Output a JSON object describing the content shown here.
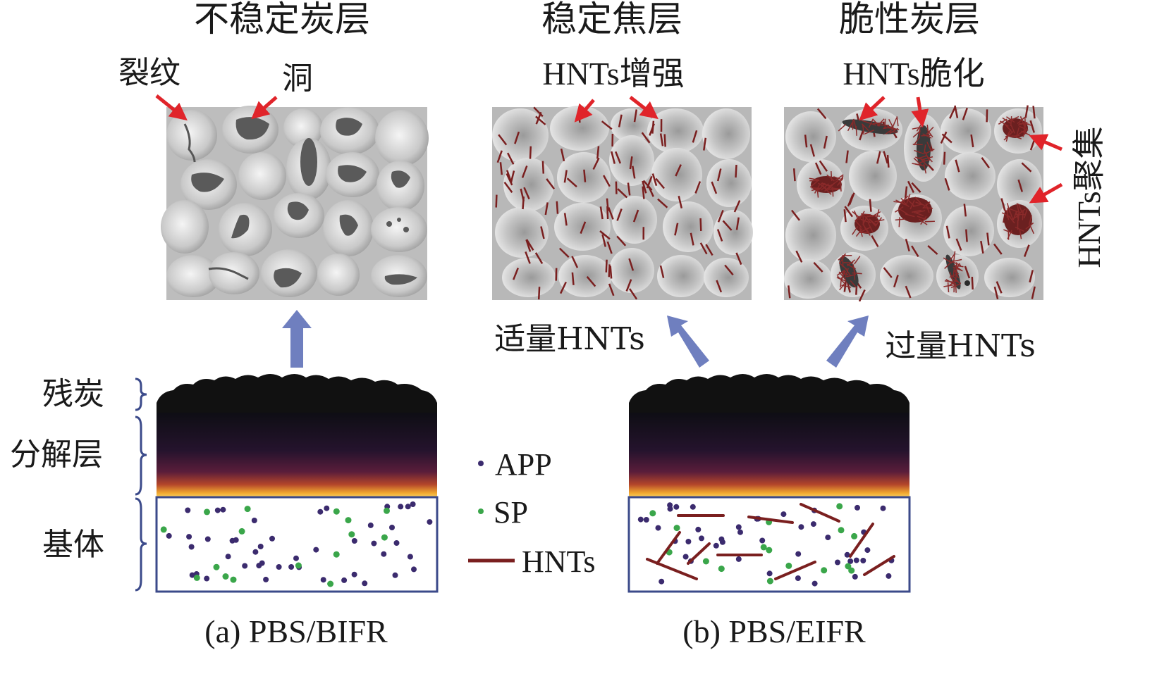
{
  "panels": {
    "unstable": {
      "title": "不稳定炭层",
      "crack_label": "裂纹",
      "hole_label": "洞"
    },
    "stable": {
      "title": "稳定焦层",
      "annotation": "HNTs增强"
    },
    "brittle": {
      "title": "脆性炭层",
      "annotation": "HNTs脆化",
      "side_label": "HNTs聚集"
    }
  },
  "arrows": {
    "moderate_label": "适量HNTs",
    "excess_label": "过量HNTs"
  },
  "layers": {
    "residual_char": "残炭",
    "decomposition": "分解层",
    "matrix": "基体"
  },
  "legend": {
    "app": "APP",
    "sp": "SP",
    "hnts": "HNTs"
  },
  "captions": {
    "a": "(a) PBS/BIFR",
    "b": "(b) PBS/EIFR"
  },
  "colors": {
    "arrow_blue": "#6f7fbf",
    "red_arrow": "#e0242a",
    "app_dot": "#3b2b6e",
    "sp_dot": "#3aa64a",
    "hnt_line": "#7a1f1f",
    "char_black": "#111111",
    "panel_gray": "#b8b8b8"
  }
}
